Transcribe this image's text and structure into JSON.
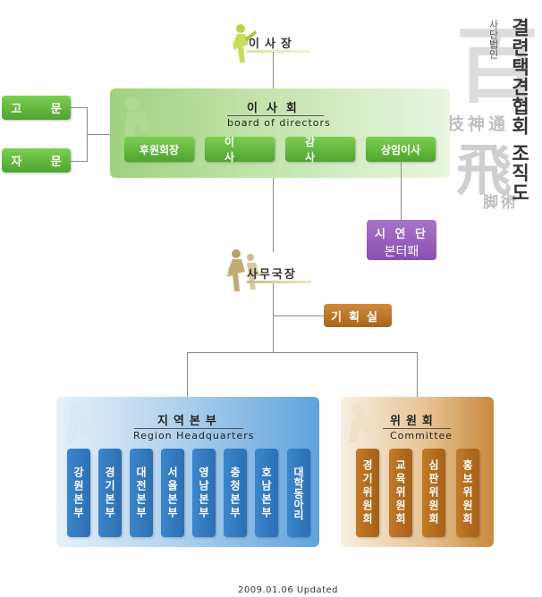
{
  "header": {
    "org_subtitle": "사단법인",
    "org_title": "결련택견협회 조직도"
  },
  "chairman": {
    "label": "이사장"
  },
  "advisors": [
    "고 문",
    "자 문"
  ],
  "board": {
    "title": "이사회",
    "subtitle": "board of directors",
    "members": [
      "후원회장",
      "이 사",
      "감 사",
      "상임이사"
    ]
  },
  "demo_team": {
    "line1": "시 연 단",
    "line2": "본터패"
  },
  "secretary_general": {
    "label": "사무국장"
  },
  "planning": {
    "label": "기획실"
  },
  "region": {
    "title": "지역본부",
    "subtitle": "Region Headquarters",
    "branches": [
      "강원본부",
      "경기본부",
      "대전본부",
      "서울본부",
      "영남본부",
      "충청본부",
      "호남본부",
      "대학동아리"
    ]
  },
  "committee": {
    "title": "위원회",
    "subtitle": "Committee",
    "members": [
      "경기위원회",
      "교육위원회",
      "심판위원회",
      "홍보위원회"
    ]
  },
  "calligraphy": {
    "main1": "百",
    "phrase1": "技神通",
    "main2": "飛",
    "phrase2": "脚術"
  },
  "icons": {
    "chairman_figure": "taekkyon-figure-icon",
    "secretary_figure": "taekkyon-pair-icon"
  },
  "footer": {
    "updated": "2009.01.06 Updated"
  },
  "colors": {
    "green": "#4ea42e",
    "purple": "#8a4fb0",
    "brown": "#a9661c",
    "blue": "#2c6fb3"
  }
}
